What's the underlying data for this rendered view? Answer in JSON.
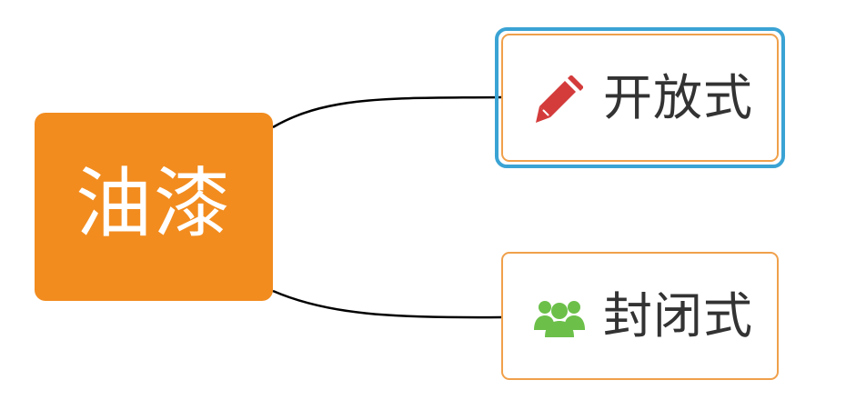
{
  "root": {
    "label": "油漆",
    "color": "#f28c1f"
  },
  "branches": [
    {
      "label": "开放式",
      "icon": "pencil-icon",
      "icon_color": "#d43c3c",
      "border_color": "#f0a04b",
      "selected": true,
      "selection_color": "#3aa3d4"
    },
    {
      "label": "封闭式",
      "icon": "people-group-icon",
      "icon_color": "#6cc04a",
      "border_color": "#f0a04b",
      "selected": false
    }
  ],
  "connector_color": "#000000"
}
